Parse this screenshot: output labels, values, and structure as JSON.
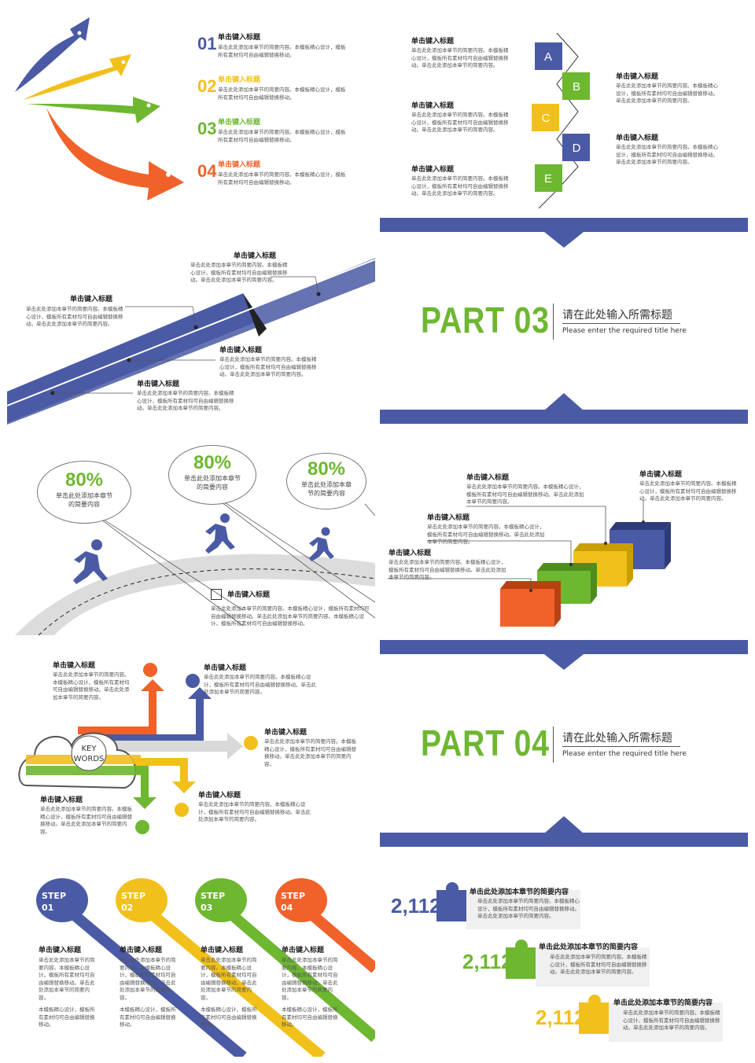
{
  "s1": {
    "items": [
      {
        "num": "01",
        "title": "单击键入标题",
        "desc": "单击此处添加本章节的简要内容。本模板精心设计，模板所有素材均可自由编辑替换移动。"
      },
      {
        "num": "02",
        "title": "单击键入标题",
        "desc": "单击此处添加本章节的简要内容。本模板精心设计，模板所有素材均可自由编辑替换移动。"
      },
      {
        "num": "03",
        "title": "单击键入标题",
        "desc": "单击此处添加本章节的简要内容。本模板精心设计，模板所有素材均可自由编辑替换移动。"
      },
      {
        "num": "04",
        "title": "单击键入标题",
        "desc": "单击此处添加本章节的简要内容。本模板精心设计，模板所有素材均可自由编辑替换移动。"
      }
    ]
  },
  "s2": {
    "letters": [
      "A",
      "B",
      "C",
      "D",
      "E"
    ],
    "left": [
      {
        "title": "单击键入标题",
        "desc": "单击此处添加本章节的简要内容。本模板精心设计，模板所有素材均可自由编辑替换移动。单击此处添加本章节的简要内容。"
      },
      {
        "title": "单击键入标题",
        "desc": "单击此处添加本章节的简要内容。本模板精心设计，模板所有素材均可自由编辑替换移动。单击此处添加本章节的简要内容。"
      },
      {
        "title": "单击键入标题",
        "desc": "单击此处添加本章节的简要内容。本模板精心设计，模板所有素材均可自由编辑替换移动。单击此处添加本章节的简要内容。"
      }
    ],
    "right": [
      {
        "title": "单击键入标题",
        "desc": "单击此处添加本章节的简要内容。本模板精心设计，模板所有素材均可自由编辑替换移动。单击此处添加本章节的简要内容。"
      },
      {
        "title": "单击键入标题",
        "desc": "单击此处添加本章节的简要内容。本模板精心设计，模板所有素材均可自由编辑替换移动。单击此处添加本章节的简要内容。"
      }
    ]
  },
  "s3": {
    "items": [
      {
        "title": "单击键入标题",
        "desc": "单击此处添加本章节的简要内容。本模板精心设计，模板所有素材均可自由编辑替换移动。单击此处添加本章节的简要内容。"
      },
      {
        "title": "单击键入标题",
        "desc": "单击此处添加本章节的简要内容。本模板精心设计，模板所有素材均可自由编辑替换移动。单击此处添加本章节的简要内容。"
      },
      {
        "title": "单击键入标题",
        "desc": "单击此处添加本章节的简要内容。本模板精心设计，模板所有素材均可自由编辑替换移动。单击此处添加本章节的简要内容。"
      },
      {
        "title": "单击键入标题",
        "desc": "单击此处添加本章节的简要内容。本模板精心设计，模板所有素材均可自由编辑替换移动。单击此处添加本章节的简要内容。"
      }
    ]
  },
  "part3": {
    "label": "PART 03",
    "cn": "请在此处输入所需标题",
    "en": "Please enter the required title here"
  },
  "s5": {
    "bubbles": [
      {
        "pct": "80%",
        "text": "单击此处添加本章节的简要内容"
      },
      {
        "pct": "80%",
        "text": "单击此处添加本章节的简要内容"
      },
      {
        "pct": "80%",
        "text": "单击此处添加本章节的简要内容"
      }
    ],
    "title": "单击键入标题",
    "desc": "单击此处添加本章节的简要内容。本模板精心设计，模板所有素材均可自由编辑替换移动。单击此处添加本章节的简要内容。本模板精心设计，模板所有素材均可自由编辑替换移动。"
  },
  "s6": {
    "items": [
      {
        "title": "单击键入标题",
        "desc": "单击此处添加本章节的简要内容。本模板精心设计，模板所有素材均可自由编辑替换移动。单击此处添加本章节的简要内容。"
      },
      {
        "title": "单击键入标题",
        "desc": "单击此处添加本章节的简要内容。本模板精心设计，模板所有素材均可自由编辑替换移动。单击此处添加本章节的简要内容。"
      },
      {
        "title": "单击键入标题",
        "desc": "单击此处添加本章节的简要内容。本模板精心设计，模板所有素材均可自由编辑替换移动。单击此处添加本章节的简要内容。"
      },
      {
        "title": "单击键入标题",
        "desc": "单击此处添加本章节的简要内容。本模板精心设计，模板所有素材均可自由编辑替换移动。单击此处添加本章节的简要内容。"
      }
    ]
  },
  "s7": {
    "cloud_line1": "KEY",
    "cloud_line2": "WORDS",
    "items": [
      {
        "title": "单击键入标题",
        "desc": "单击此处添加本章节的简要内容。本模板精心设计，模板所有素材均可自由编辑替换移动。单击此处添加本章节的简要内容。"
      },
      {
        "title": "单击键入标题",
        "desc": "单击此处添加本章节的简要内容。本模板精心设计，模板所有素材均可自由编辑替换移动。单击此处添加本章节的简要内容。"
      },
      {
        "title": "单击键入标题",
        "desc": "单击此处添加本章节的简要内容。本模板精心设计，模板所有素材均可自由编辑替换移动。单击此处添加本章节的简要内容。"
      },
      {
        "title": "单击键入标题",
        "desc": "单击此处添加本章节的简要内容。本模板精心设计，模板所有素材均可自由编辑替换移动。单击此处添加本章节的简要内容。"
      },
      {
        "title": "单击键入标题",
        "desc": "单击此处添加本章节的简要内容。本模板精心设计，模板所有素材均可自由编辑替换移动。单击此处添加本章节的简要内容。"
      }
    ]
  },
  "part4": {
    "label": "PART 04",
    "cn": "请在此处输入所需标题",
    "en": "Please enter the required title here"
  },
  "s9": {
    "steps": [
      {
        "label": "STEP",
        "num": "01",
        "title": "单击键入标题",
        "desc": "单击此处添加本章节的简要内容。本模板精心设计，模板所有素材均可自由编辑替换移动。单击此处添加本章节的简要内容。",
        "desc2": "本模板精心设计，模板所有素材均可自由编辑替换移动。"
      },
      {
        "label": "STEP",
        "num": "02",
        "title": "单击键入标题",
        "desc": "单击此处添加本章节的简要内容。本模板精心设计，模板所有素材均可自由编辑替换移动。单击此处添加本章节的简要内容。",
        "desc2": "本模板精心设计，模板所有素材均可自由编辑替换移动。"
      },
      {
        "label": "STEP",
        "num": "03",
        "title": "单击键入标题",
        "desc": "单击此处添加本章节的简要内容。本模板精心设计，模板所有素材均可自由编辑替换移动。单击此处添加本章节的简要内容。",
        "desc2": "本模板精心设计，模板所有素材均可自由编辑替换移动。"
      },
      {
        "label": "STEP",
        "num": "04",
        "title": "单击键入标题",
        "desc": "单击此处添加本章节的简要内容。本模板精心设计，模板所有素材均可自由编辑替换移动。单击此处添加本章节的简要内容。",
        "desc2": "本模板精心设计，模板所有素材均可自由编辑替换移动。"
      }
    ]
  },
  "s10": {
    "items": [
      {
        "num": "2,112",
        "title": "单击此处添加本章节的简要内容",
        "desc": "单击此处添加本章节的简要内容。本模板精心设计，模板所有素材均可自由编辑替换移动。单击此处添加本章节的简要内容。"
      },
      {
        "num": "2,112",
        "title": "单击此处添加本章节的简要内容",
        "desc": "单击此处添加本章节的简要内容。本模板精心设计，模板所有素材均可自由编辑替换移动。单击此处添加本章节的简要内容。"
      },
      {
        "num": "2,112",
        "title": "单击此处添加本章节的简要内容",
        "desc": "单击此处添加本章节的简要内容。本模板精心设计，模板所有素材均可自由编辑替换移动。单击此处添加本章节的简要内容。"
      }
    ]
  },
  "colors": {
    "navy": "#4a5aa5",
    "yellow": "#f2c01b",
    "green": "#6eb731",
    "orange": "#f0622a",
    "gray": "#d9d9d9"
  }
}
